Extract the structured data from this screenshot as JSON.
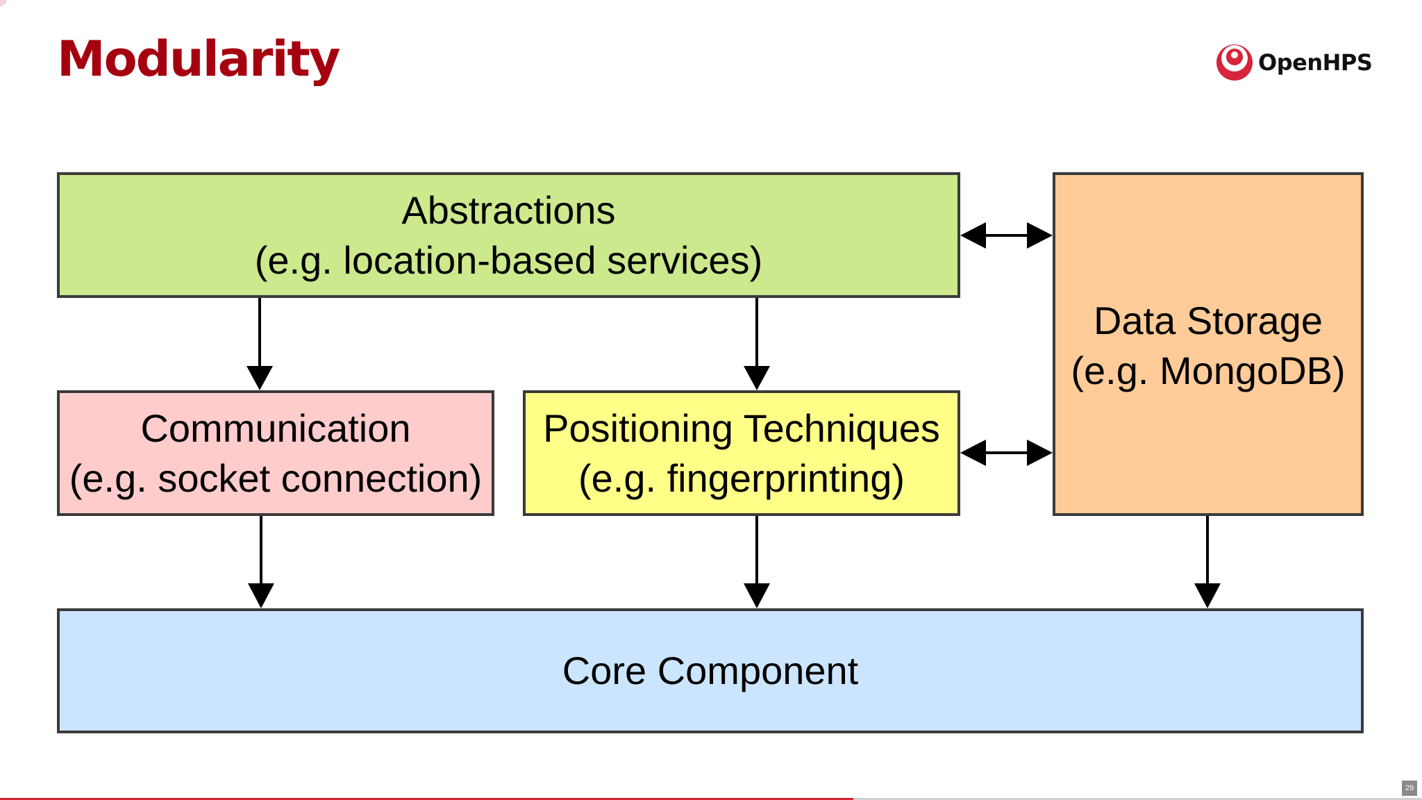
{
  "slide": {
    "title": "Modularity",
    "page_number": "29",
    "progress": 0.6,
    "brand_color": "#a5000f"
  },
  "logo": {
    "text": "OpenHPS",
    "icon": "openhps-logo-icon"
  },
  "diagram": {
    "abstractions": {
      "title": "Abstractions",
      "subtitle": "(e.g. location-based services)",
      "color": "#cde98d"
    },
    "communication": {
      "title": "Communication",
      "subtitle": "(e.g. socket connection)",
      "color": "#ffcccc"
    },
    "positioning": {
      "title": "Positioning Techniques",
      "subtitle": "(e.g. fingerprinting)",
      "color": "#ffff88"
    },
    "data_storage": {
      "title": "Data Storage",
      "subtitle": "(e.g. MongoDB)",
      "color": "#ffcc99"
    },
    "core": {
      "title": "Core Component",
      "color": "#cce5ff"
    }
  }
}
